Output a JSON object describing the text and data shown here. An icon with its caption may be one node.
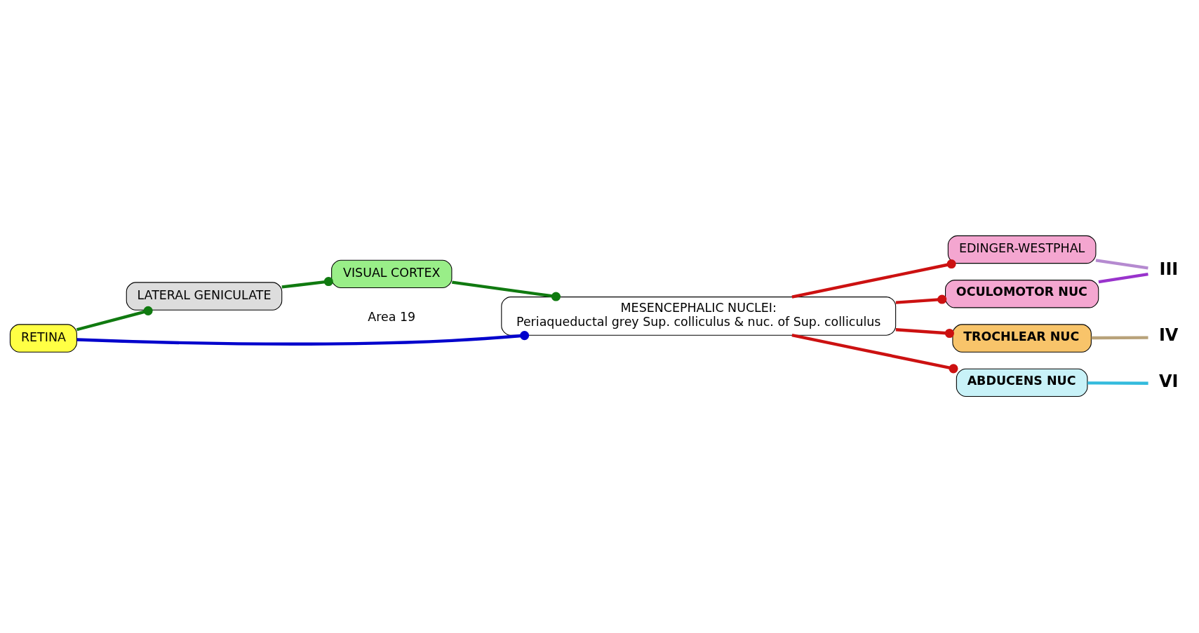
{
  "diagram": {
    "nodes": [
      {
        "text": [
          "RETINA"
        ]
      },
      {
        "text": [
          "VISUAL CORTEX"
        ],
        "beside": [
          "Area 19"
        ]
      },
      {
        "text": [
          "LATERAL GENICULATE"
        ]
      },
      {
        "text": [
          "MESENCEPHALIC NUCLEI:",
          "Periaqueductal grey Sup. colliculus & nuc. of Sup. colliculus"
        ]
      },
      {
        "text": [
          "EDINGER-WESTPHAL"
        ]
      },
      {
        "text": [
          "OCULOMOTOR NUC"
        ]
      },
      {
        "text": [
          "TROCHLEAR NUC"
        ]
      },
      {
        "text": [
          "ABDUCENS NUC"
        ]
      },
      {
        "text": [
          "III"
        ]
      },
      {
        "text": [
          "IV"
        ]
      },
      {
        "text": [
          "VI"
        ]
      }
    ],
    "edges": [
      {
        "from": 0,
        "to": 3,
        "arrow": "other",
        "color": "#0000cc"
      },
      {
        "from": 0,
        "to": 2,
        "arrow": "other",
        "color": "#107a10"
      },
      {
        "from": 2,
        "to": 1,
        "arrow": "other",
        "color": "#107a10"
      },
      {
        "from": 1,
        "to": 3,
        "arrow": "other",
        "color": "#107a10"
      },
      {
        "from": 3,
        "to": 4,
        "arrow": "other"
      },
      {
        "from": 3,
        "to": 5,
        "arrow": "other"
      },
      {
        "from": 3,
        "to": 6,
        "arrow": "other"
      },
      {
        "from": 3,
        "to": 7,
        "arrow": "other"
      },
      {
        "from": 4,
        "to": 8,
        "arrow": "none",
        "color": "#b58ad0"
      },
      {
        "from": 5,
        "to": 8,
        "arrow": "none",
        "color": "#9933cc"
      },
      {
        "from": 6,
        "to": 9,
        "arrow": "none",
        "color": "#b8a27a"
      },
      {
        "from": 7,
        "to": 10,
        "arrow": "none",
        "color": "#33bbdd"
      }
    ]
  }
}
